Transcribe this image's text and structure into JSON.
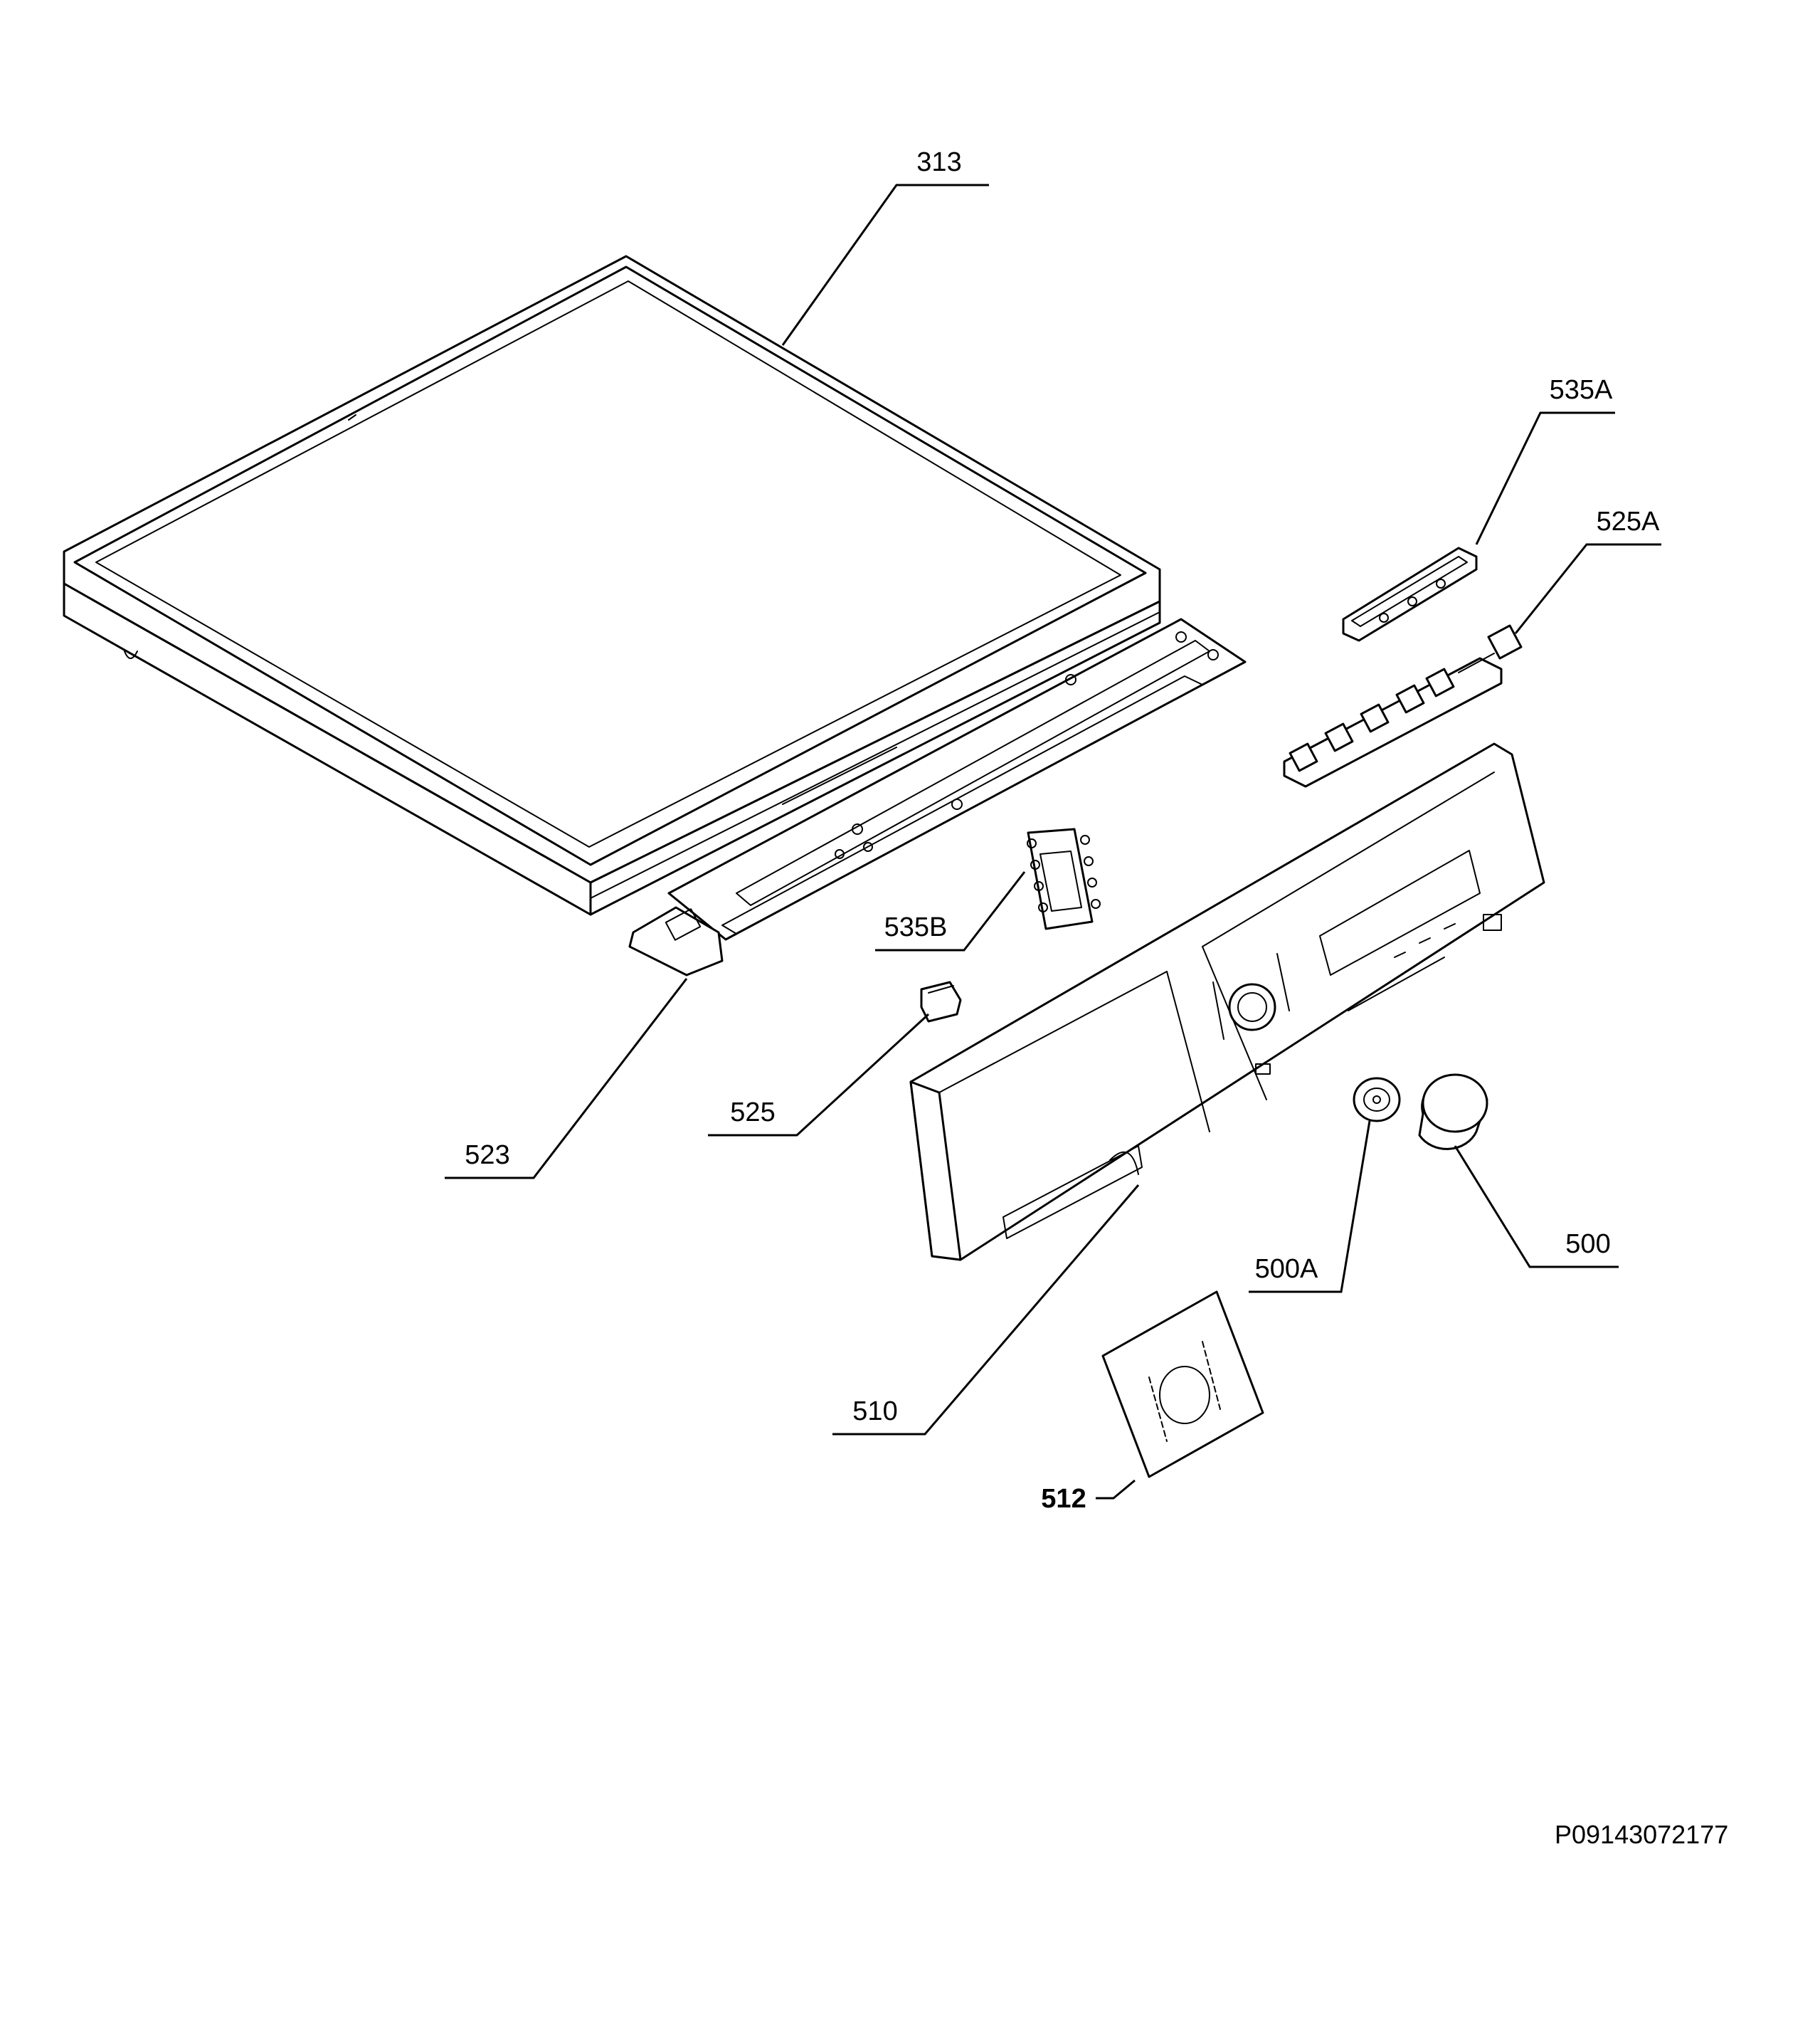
{
  "labels": {
    "p313": "313",
    "p535A": "535A",
    "p525A": "525A",
    "p535B": "535B",
    "p525": "525",
    "p523": "523",
    "p510": "510",
    "p500A": "500A",
    "p500": "500",
    "p512": "512"
  },
  "document_id": "P09143072177"
}
